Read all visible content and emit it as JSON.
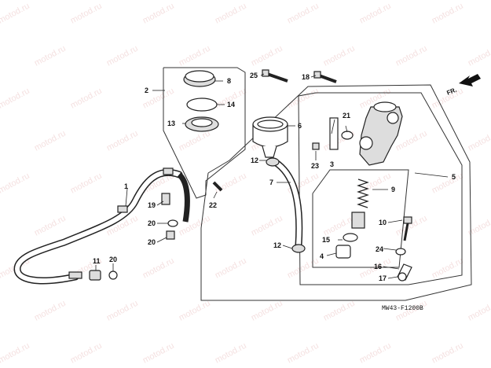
{
  "watermark_text": "motod.ru",
  "diagram_code": "MW43-F1200B",
  "direction_label": "FR.",
  "callouts": [
    {
      "id": "c1",
      "text": "1"
    },
    {
      "id": "c2",
      "text": "2"
    },
    {
      "id": "c3",
      "text": "3"
    },
    {
      "id": "c4",
      "text": "4"
    },
    {
      "id": "c5",
      "text": "5"
    },
    {
      "id": "c6",
      "text": "6"
    },
    {
      "id": "c7",
      "text": "7"
    },
    {
      "id": "c8",
      "text": "8"
    },
    {
      "id": "c9",
      "text": "9"
    },
    {
      "id": "c10",
      "text": "10"
    },
    {
      "id": "c11",
      "text": "11"
    },
    {
      "id": "c12a",
      "text": "12"
    },
    {
      "id": "c12b",
      "text": "12"
    },
    {
      "id": "c13",
      "text": "13"
    },
    {
      "id": "c14",
      "text": "14"
    },
    {
      "id": "c15",
      "text": "15"
    },
    {
      "id": "c16",
      "text": "16"
    },
    {
      "id": "c17",
      "text": "17"
    },
    {
      "id": "c18",
      "text": "18"
    },
    {
      "id": "c19",
      "text": "19"
    },
    {
      "id": "c20a",
      "text": "20"
    },
    {
      "id": "c20b",
      "text": "20"
    },
    {
      "id": "c20c",
      "text": "20"
    },
    {
      "id": "c21",
      "text": "21"
    },
    {
      "id": "c22",
      "text": "22"
    },
    {
      "id": "c23",
      "text": "23"
    },
    {
      "id": "c24",
      "text": "24"
    },
    {
      "id": "c25",
      "text": "25"
    }
  ]
}
